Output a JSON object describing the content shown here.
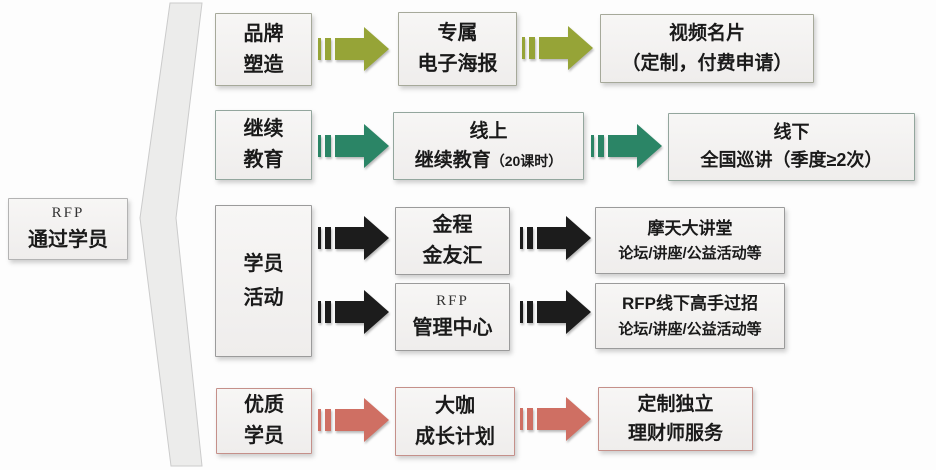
{
  "source": {
    "line1": "RFP",
    "line2": "通过学员"
  },
  "colors": {
    "row1": "#96a437",
    "row2": "#2b8566",
    "row3": "#1c1c1c",
    "row4": "#cf6f63"
  },
  "rows": [
    {
      "name": "品牌塑造",
      "category": {
        "line1": "品牌",
        "line2": "塑造"
      },
      "mid": {
        "line1": "专属",
        "line2": "电子海报"
      },
      "end": {
        "line1": "视频名片",
        "line2": "（定制，付费申请）"
      }
    },
    {
      "name": "继续教育",
      "category": {
        "line1": "继续",
        "line2": "教育"
      },
      "mid": {
        "line1": "线上",
        "line2": "继续教育",
        "note": "（20课时）"
      },
      "end": {
        "line1": "线下",
        "line2": "全国巡讲（季度≥2次）"
      }
    },
    {
      "name": "学员活动",
      "category": {
        "line1": "学员",
        "line2": "活动"
      },
      "branches": [
        {
          "mid": {
            "line1": "金程",
            "line2": "金友汇"
          },
          "end": {
            "line1": "摩天大讲堂",
            "line2": "论坛/讲座/公益活动等"
          }
        },
        {
          "mid": {
            "line1": "RFP",
            "line2": "管理中心"
          },
          "end": {
            "line1": "RFP线下高手过招",
            "line2": "论坛/讲座/公益活动等"
          }
        }
      ]
    },
    {
      "name": "优质学员",
      "category": {
        "line1": "优质",
        "line2": "学员"
      },
      "mid": {
        "line1": "大咖",
        "line2": "成长计划"
      },
      "end": {
        "line1": "定制独立",
        "line2": "理财师服务"
      }
    }
  ]
}
